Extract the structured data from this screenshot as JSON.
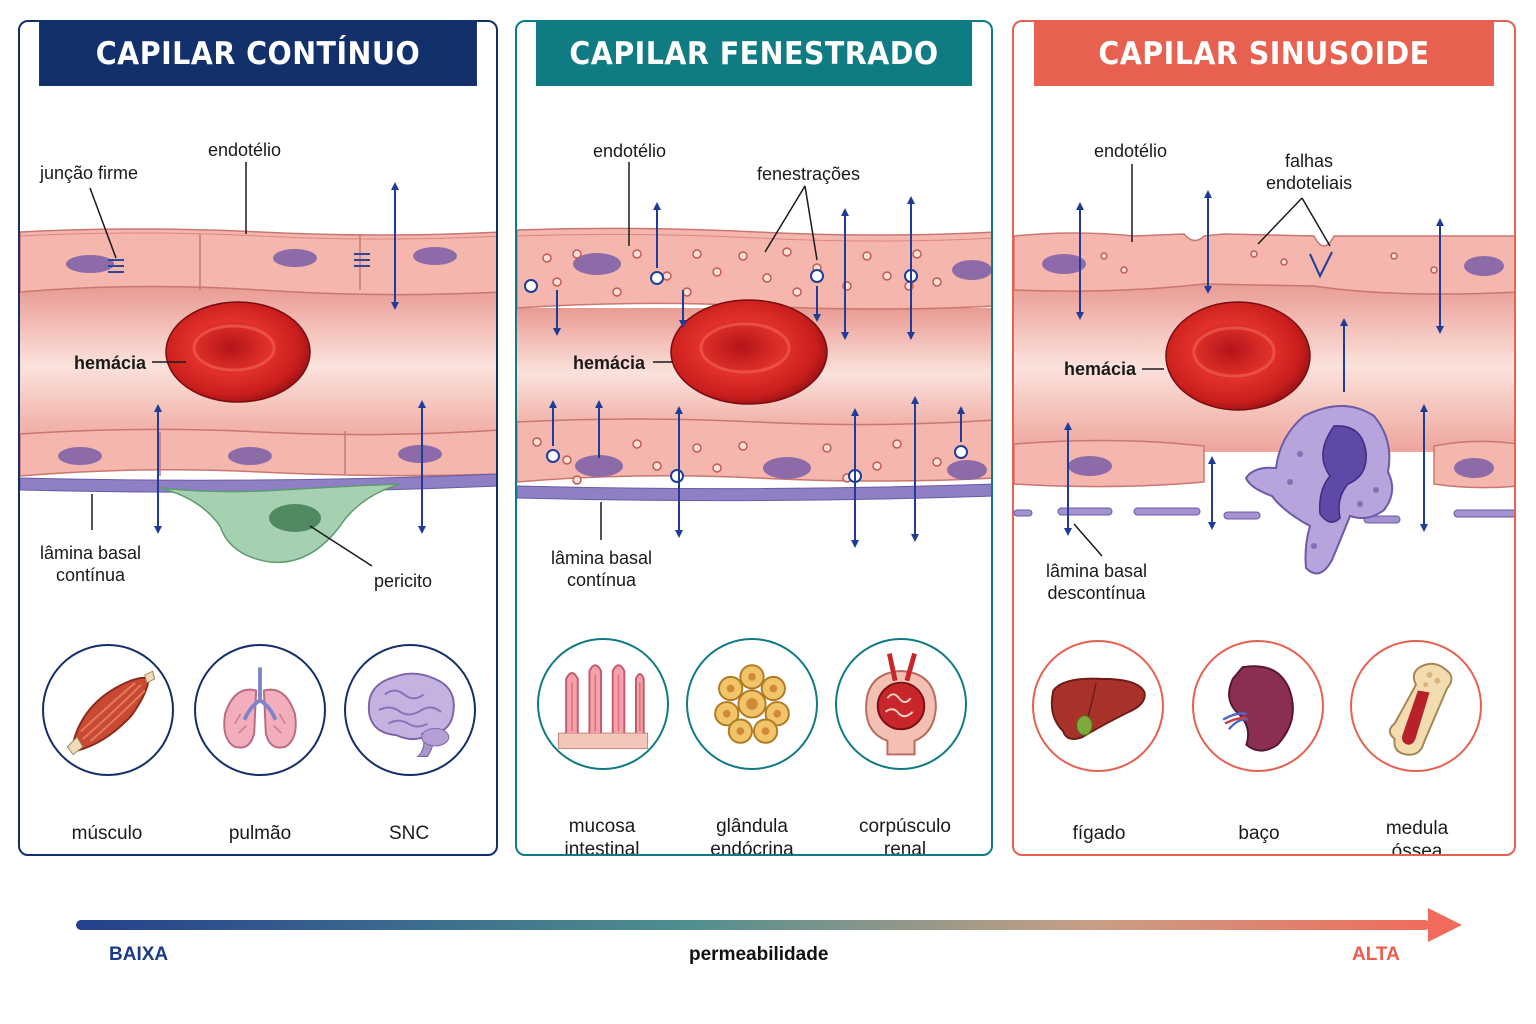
{
  "panels": [
    {
      "title": "CAPILAR CONTÍNUO",
      "color": "#12306b",
      "labels": {
        "juncao": "junção firme",
        "endotelio": "endotélio",
        "hemacia": "hemácia",
        "lamina": "lâmina basal\ncontínua",
        "pericito": "pericito"
      },
      "organs": [
        "músculo",
        "pulmão",
        "SNC"
      ]
    },
    {
      "title": "CAPILAR FENESTRADO",
      "color": "#0f7b82",
      "labels": {
        "endotelio": "endotélio",
        "fenestracoes": "fenestrações",
        "hemacia": "hemácia",
        "lamina": "lâmina basal\ncontínua"
      },
      "organs": [
        "mucosa\nintestinal",
        "glândula\nendócrina",
        "corpúsculo\nrenal"
      ]
    },
    {
      "title": "CAPILAR SINUSOIDE",
      "color": "#e8604f",
      "labels": {
        "endotelio": "endotélio",
        "falhas": "falhas\nendoteliais",
        "hemacia": "hemácia",
        "lamina": "lâmina basal\ndescontínua"
      },
      "organs": [
        "fígado",
        "baço",
        "medula\nóssea"
      ]
    }
  ],
  "scale": {
    "low": "BAIXA",
    "mid": "permeabilidade",
    "high": "ALTA",
    "low_color": "#1d3a8a",
    "high_color": "#ef5b4c"
  },
  "icons": [
    "muscle-icon",
    "lung-icon",
    "brain-icon",
    "intestinal-villi-icon",
    "endocrine-gland-icon",
    "renal-corpuscle-icon",
    "liver-icon",
    "spleen-icon",
    "bone-marrow-icon"
  ]
}
